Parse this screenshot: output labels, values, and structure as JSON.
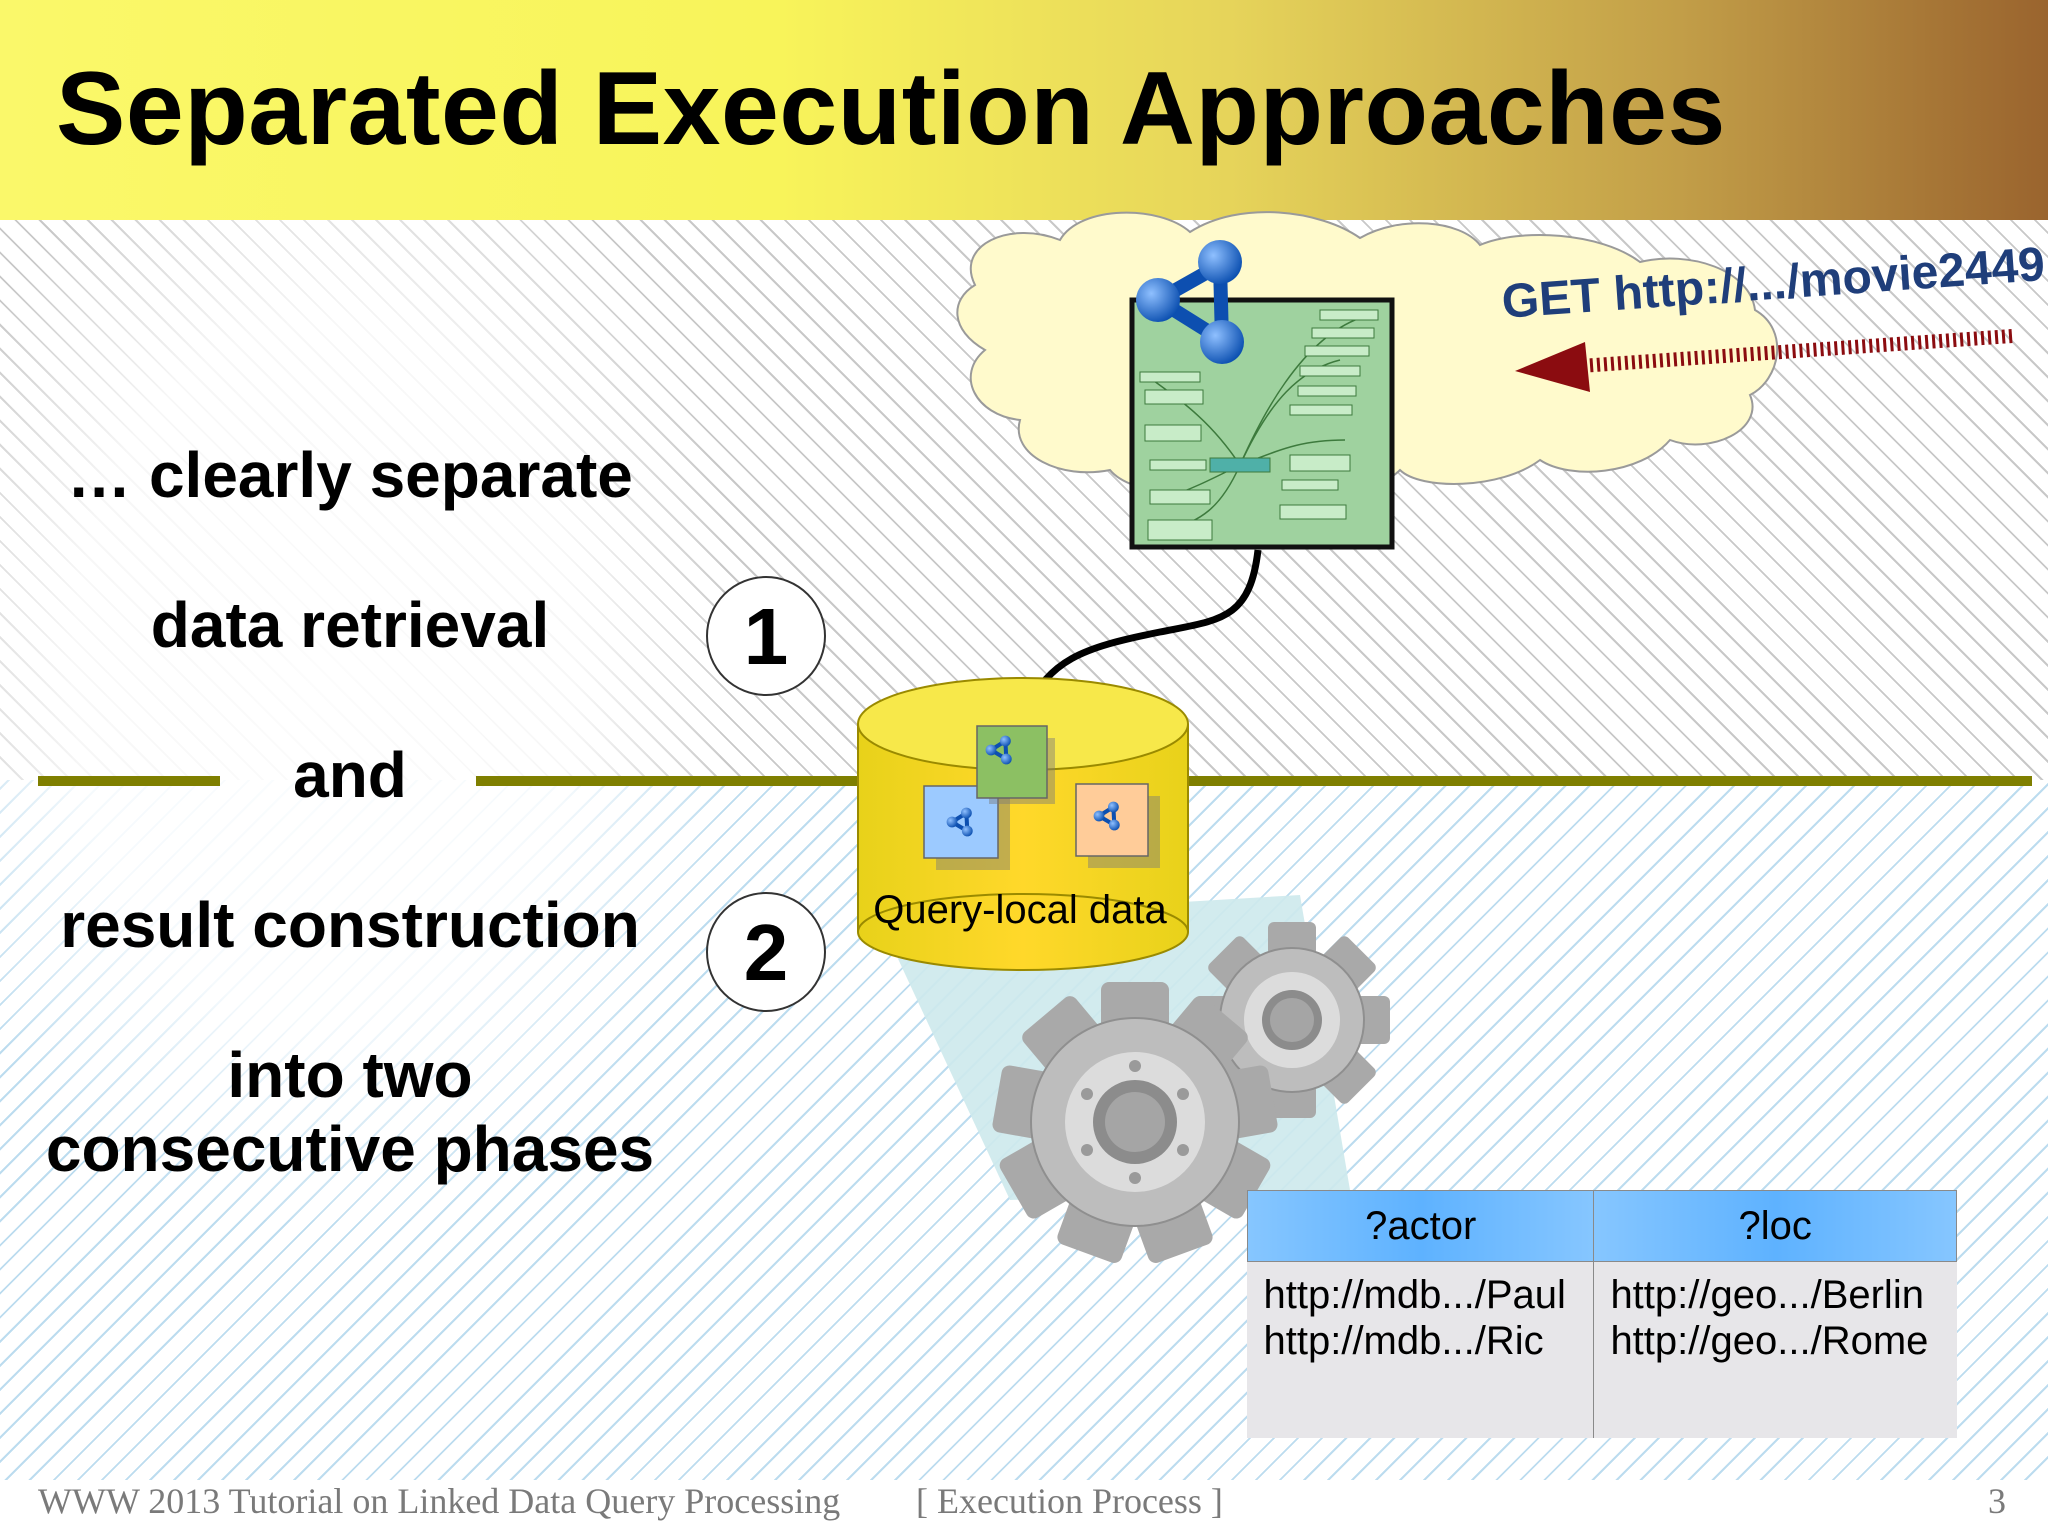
{
  "slide": {
    "title": "Separated Execution Approaches",
    "lines": [
      "… clearly separate",
      "data retrieval",
      "and",
      "result construction",
      "into two",
      "consecutive phases"
    ],
    "step_labels": [
      "1",
      "2"
    ],
    "request_url": "GET http://.../movie2449",
    "db_label": "Query-local data",
    "colors": {
      "title_yellow": "#f8f45a",
      "title_brown": "#9a642e",
      "divider": "#7f7f00",
      "arrow_red": "#8b0c10",
      "url_blue": "#1f3e7a",
      "table_header_blue": "#5eb2ff"
    }
  },
  "result_table": {
    "headers": [
      "?actor",
      "?loc"
    ],
    "rows": [
      [
        "http://mdb.../Paul",
        "http://geo.../Berlin"
      ],
      [
        "http://mdb.../Ric",
        "http://geo.../Rome"
      ]
    ]
  },
  "footer": {
    "left": "WWW 2013 Tutorial on Linked Data Query Processing",
    "center": "[ Execution Process ]",
    "page_number": "3"
  }
}
